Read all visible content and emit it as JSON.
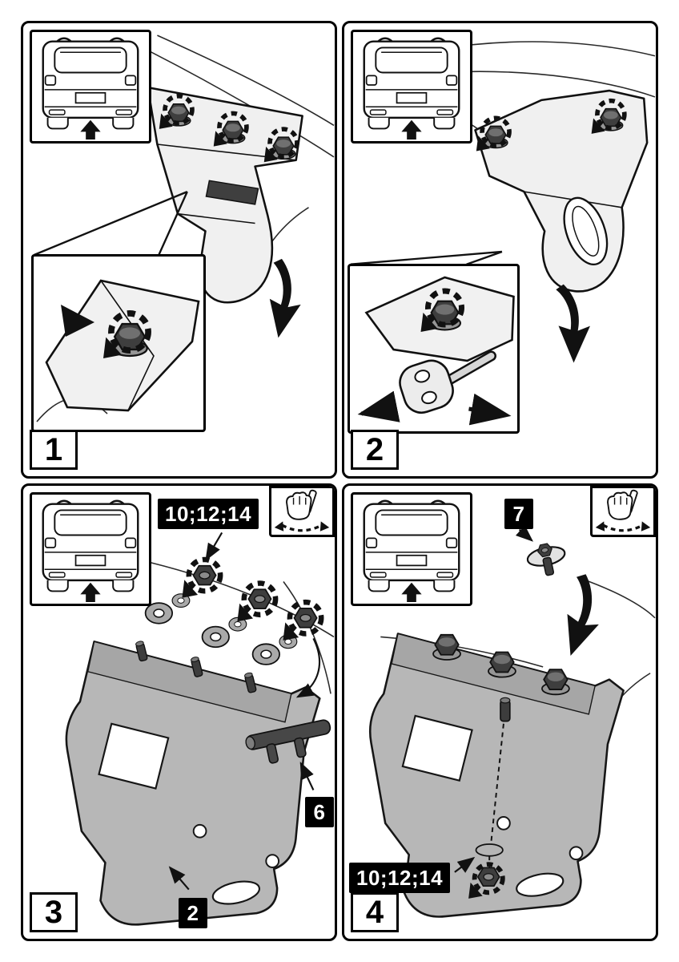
{
  "sheet": {
    "panels": [
      {
        "step": "1"
      },
      {
        "step": "2"
      },
      {
        "step": "3",
        "fastener_sizes": "10;12;14",
        "bracket_part": "2",
        "rod_part": "6"
      },
      {
        "step": "4",
        "fastener_sizes": "10;12;14",
        "plate_bolt_part": "7"
      }
    ]
  },
  "icons": {
    "car_rear": "car-rear-view-icon",
    "direction_up": "vehicle-rear-arrow-icon",
    "rotate_fastener": "rotate-fastener-icon",
    "hand_tighten": "hand-tighten-tool-icon",
    "move_down": "move-down-arrow-icon"
  }
}
